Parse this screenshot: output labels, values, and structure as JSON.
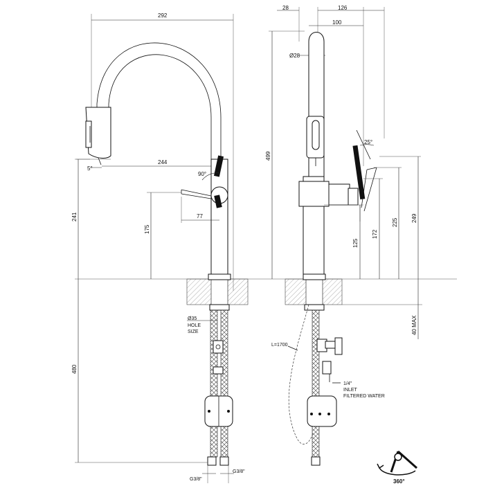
{
  "dims": {
    "d292": "292",
    "d244": "244",
    "d5deg": "5°",
    "d90deg": "90°",
    "d77": "77",
    "d175": "175",
    "d241": "241",
    "d480": "480",
    "d35hole": "Ø35",
    "hole": "HOLE",
    "size": "SIZE",
    "g38a": "G3/8\"",
    "g38b": "G3/8\"",
    "d28": "28",
    "d126": "126",
    "d100": "100",
    "dia28": "Ø28",
    "d499": "499",
    "d25deg": "25°",
    "d125": "125",
    "d172": "172",
    "d225": "225",
    "d249": "249",
    "d40max": "40 MAX",
    "l1700": "L=1700",
    "q14": "1/4\"",
    "inlet": "INLET",
    "filtered": "FILTERED WATER",
    "deg360": "360°"
  }
}
